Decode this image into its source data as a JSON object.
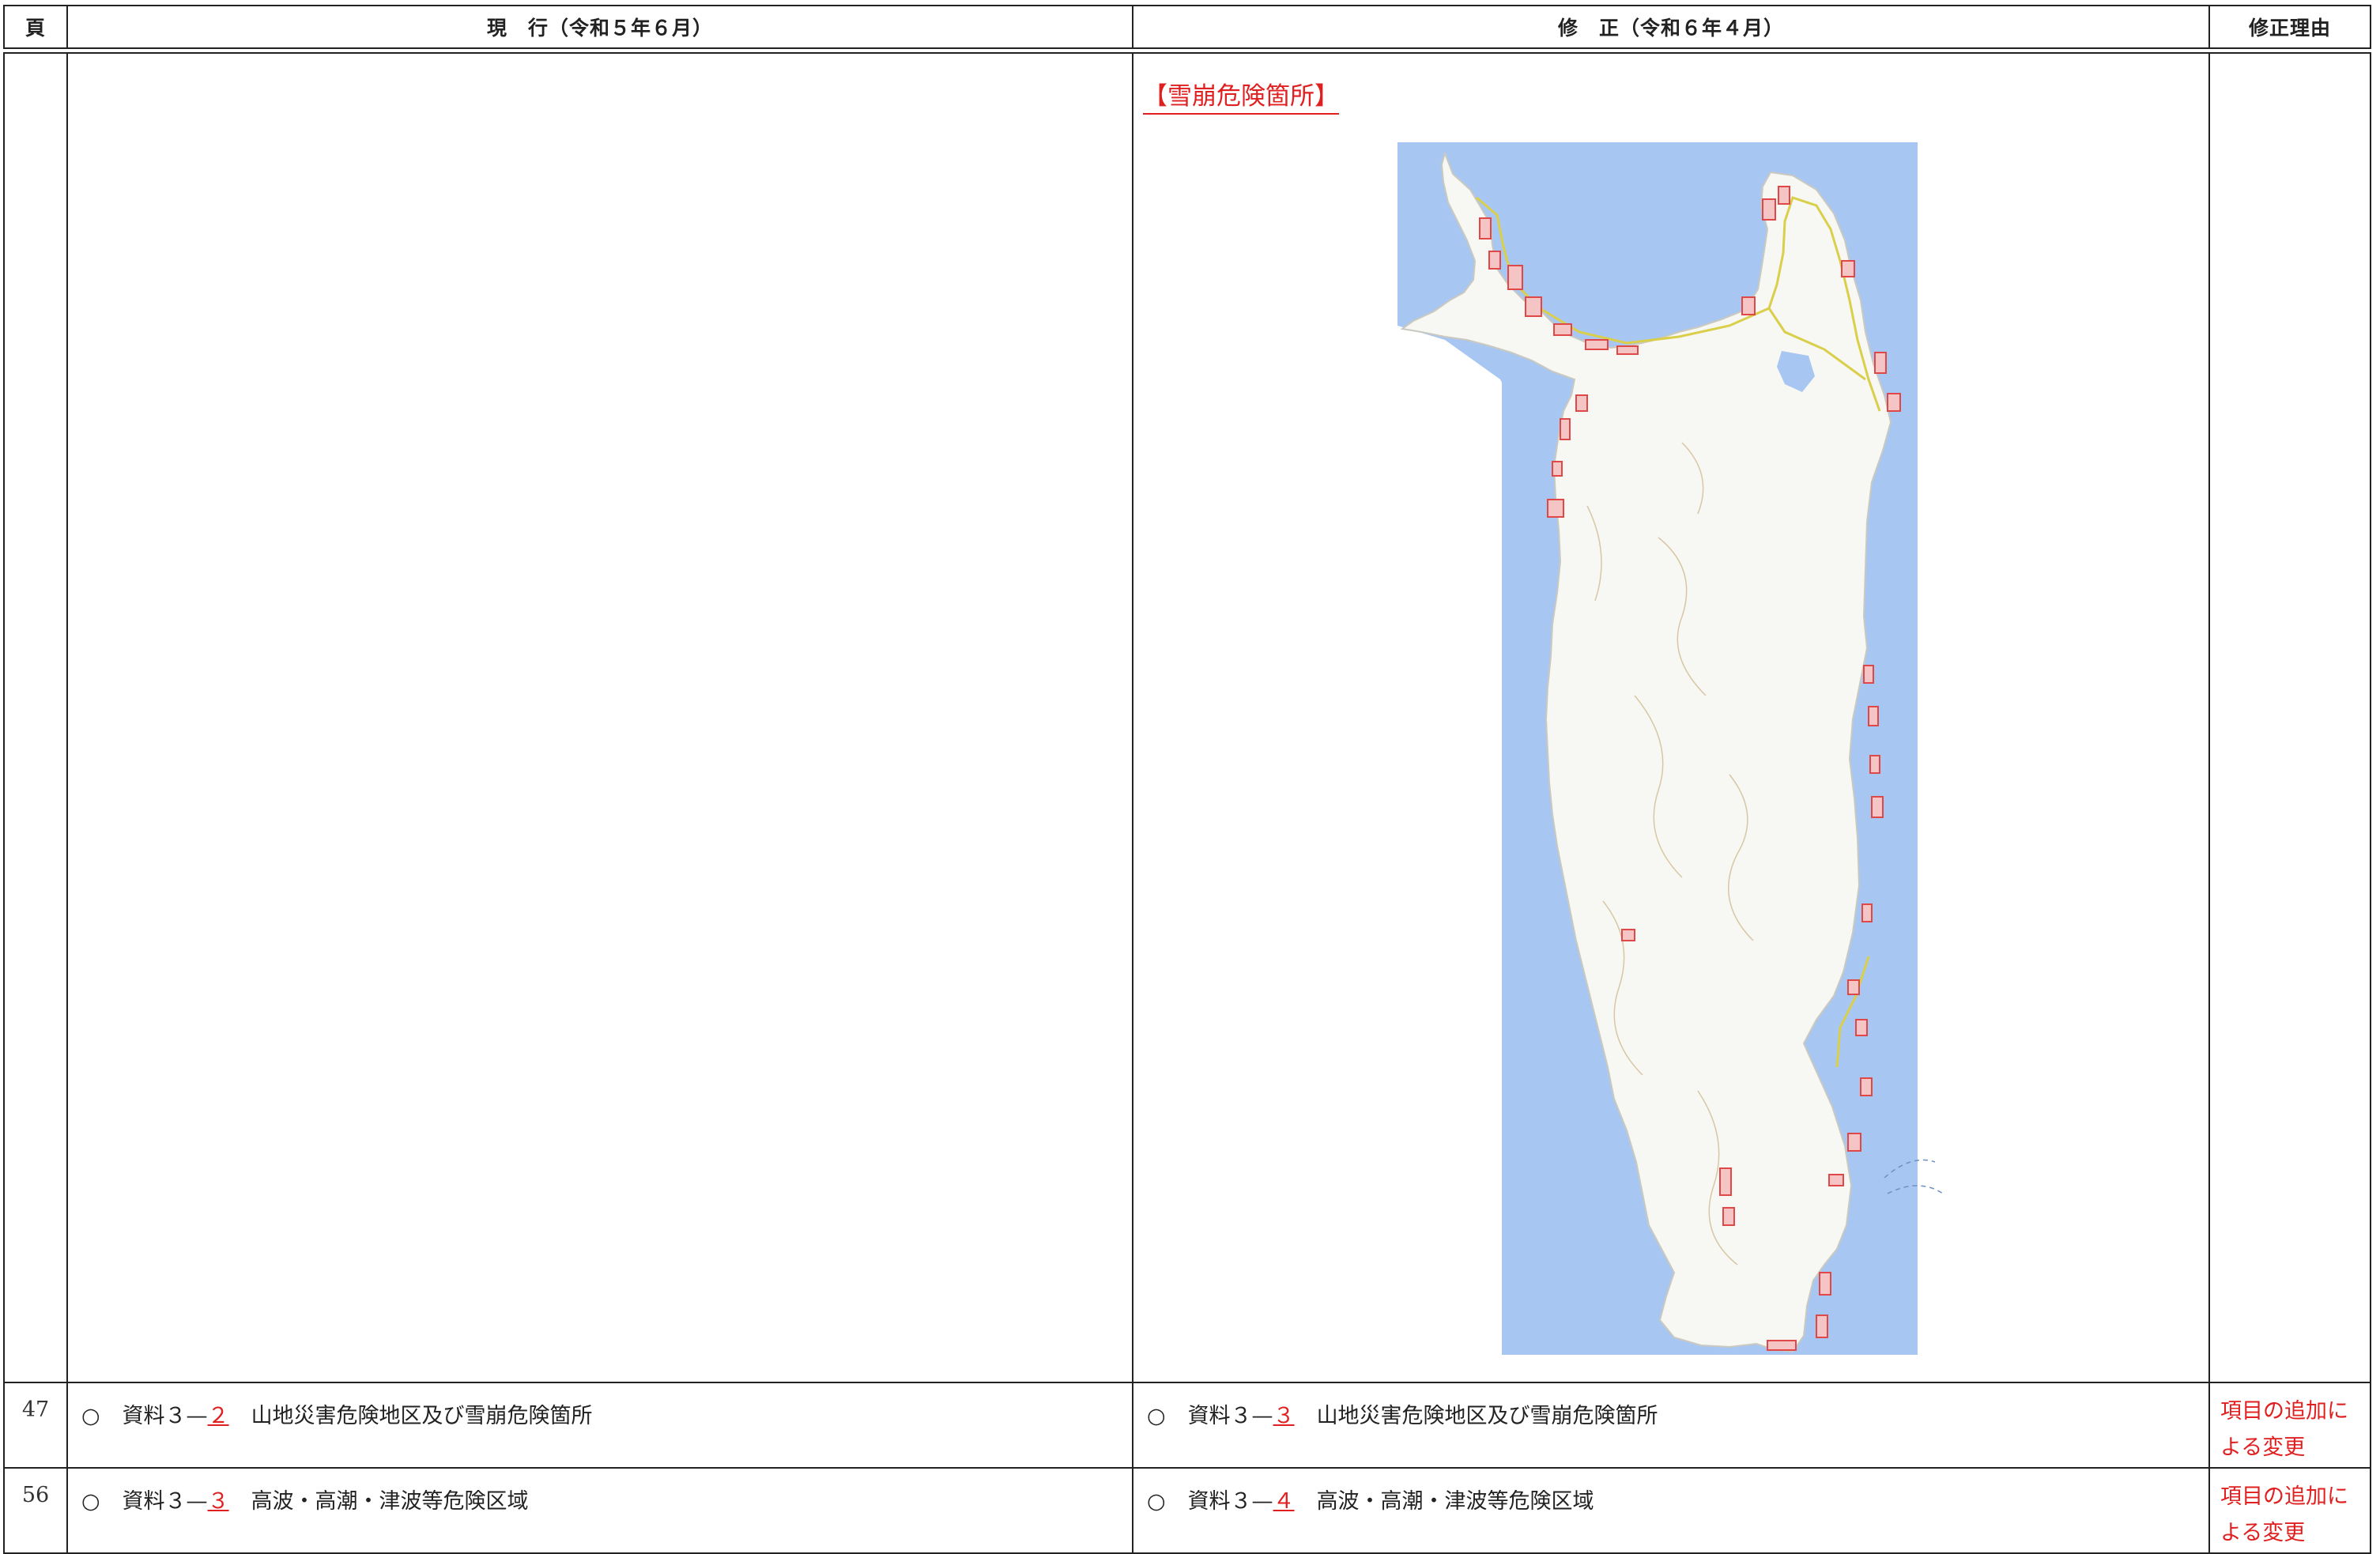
{
  "header": {
    "page_col": "頁",
    "current_col": "現　行（令和５年６月）",
    "revised_col": "修　正（令和６年４月）",
    "reason_col": "修正理由"
  },
  "map_section": {
    "title": "【雪崩危険箇所】",
    "colors": {
      "sea": "#a8c6f2",
      "land": "#f7f7f3",
      "hazard": "#e04848",
      "road": "#d9cf4a"
    }
  },
  "rows": [
    {
      "page": "47",
      "current": {
        "bullet": "○",
        "prefix": "資料３—",
        "num": "２",
        "text": "山地災害危険地区及び雪崩危険箇所"
      },
      "revised": {
        "bullet": "○",
        "prefix": "資料３—",
        "num": "３",
        "text": "山地災害危険地区及び雪崩危険箇所"
      },
      "reason_line1": "項目の追加に",
      "reason_line2": "よる変更"
    },
    {
      "page": "56",
      "current": {
        "bullet": "○",
        "prefix": "資料３—",
        "num": "３",
        "text": "高波・高潮・津波等危険区域"
      },
      "revised": {
        "bullet": "○",
        "prefix": "資料３—",
        "num": "４",
        "text": "高波・高潮・津波等危険区域"
      },
      "reason_line1": "項目の追加に",
      "reason_line2": "よる変更"
    }
  ]
}
